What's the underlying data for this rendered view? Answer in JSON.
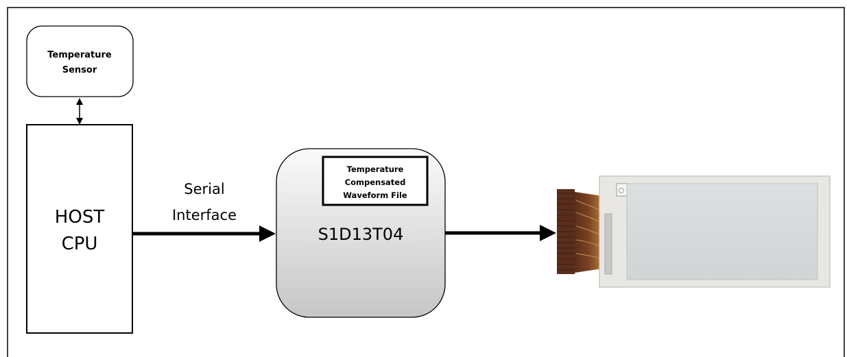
{
  "blocks": {
    "temperature_sensor": [
      "Temperature",
      "Sensor"
    ],
    "host_cpu": [
      "HOST",
      "CPU"
    ],
    "controller": {
      "label": "S1D13T04",
      "waveform_file": [
        "Temperature",
        "Compensated",
        "Waveform File"
      ]
    }
  },
  "connections": {
    "host_to_controller": [
      "Serial",
      "Interface"
    ]
  },
  "colors": {
    "controller_gradient_top": "#fafafa",
    "controller_gradient_bottom": "#c8c8c8",
    "flex_cable": "#b07a3a",
    "flex_connector": "#5a2e1a",
    "panel_frame": "#e8e7e3",
    "panel_screen": "#d9dcdd"
  }
}
